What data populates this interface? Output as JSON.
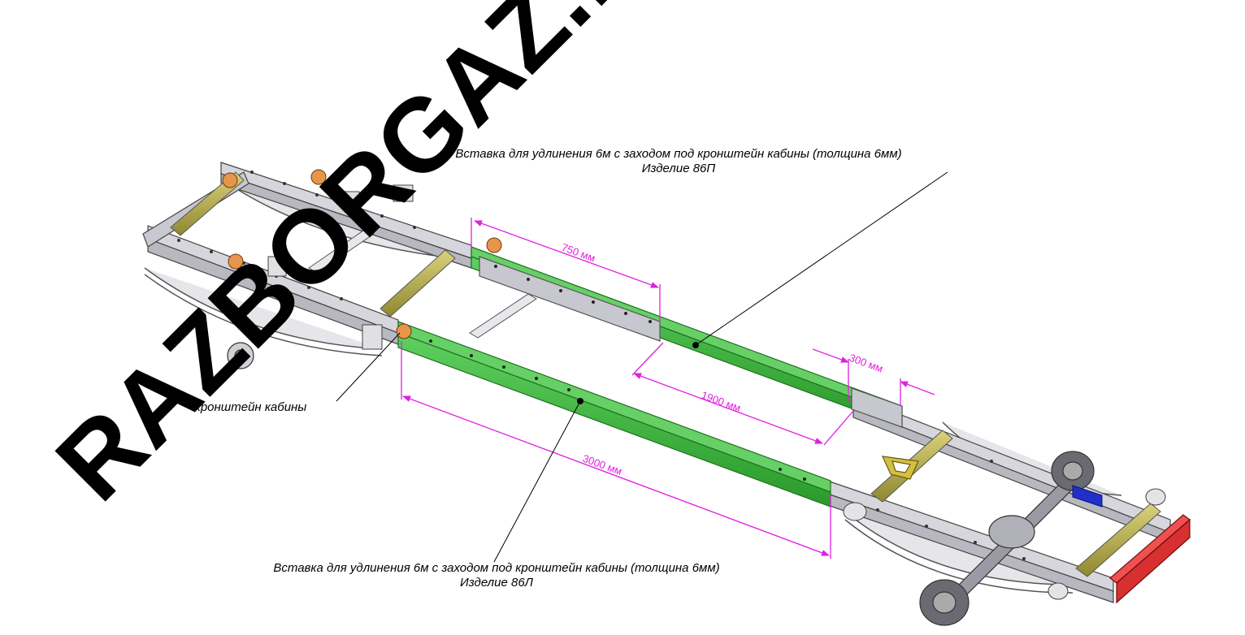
{
  "watermark": "RAZBORGAZ.RU",
  "callouts": {
    "top_line1": "Вставка для удлинения 6м с заходом под кронштейн кабины (толщина 6мм)",
    "top_line2": "Изделие 86П",
    "bottom_line1": "Вставка для удлинения 6м с заходом под кронштейн кабины (толщина 6мм)",
    "bottom_line2": "Изделие 86Л",
    "bracket": "Кронштейн кабины"
  },
  "dimensions": {
    "d750": "750 мм",
    "d300": "300 мм",
    "d1900": "1900 мм",
    "d3000": "3000 мм"
  },
  "colors": {
    "insert": "#3db93d",
    "insert_dark": "#1f7f1f",
    "frame": "#d4d4da",
    "dimension": "#e020e0",
    "crossmember": "#bdb44a",
    "rear_beam": "#e23a3a",
    "blue_part": "#2030c8"
  }
}
